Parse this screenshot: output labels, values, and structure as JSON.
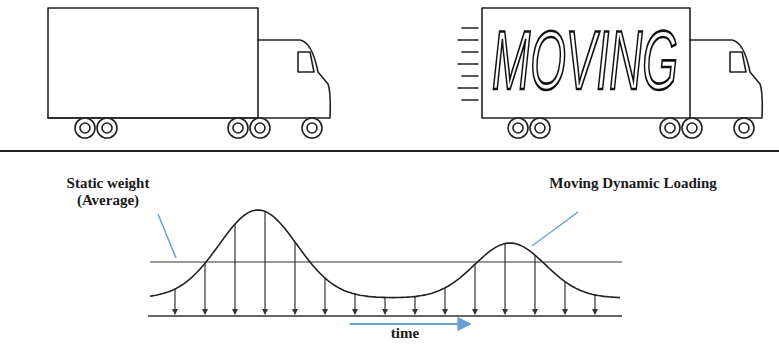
{
  "diagram": {
    "labels": [
      "MOVING",
      "Static weight (Average)",
      "Moving Dynamic Loading",
      "time"
    ]
  }
}
